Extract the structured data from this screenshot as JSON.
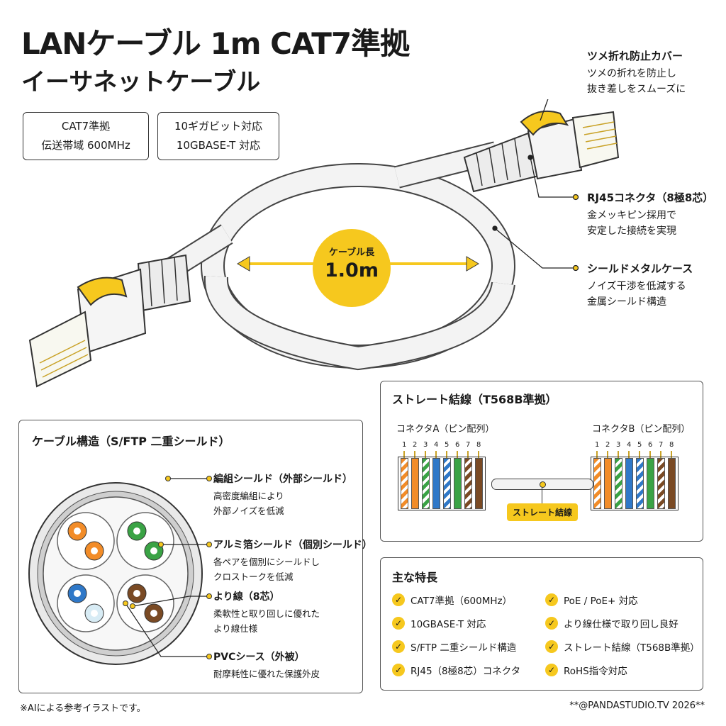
{
  "title": {
    "line1": "LANケーブル 1m CAT7準拠",
    "line2": "イーサネットケーブル"
  },
  "spec_boxes": [
    {
      "line1": "CAT7準拠",
      "line2": "伝送帯域 600MHz"
    },
    {
      "line1": "10ギガビット対応",
      "line2": "10GBASE-T 対応"
    }
  ],
  "length_badge": {
    "label": "ケーブル長",
    "value": "1.0m"
  },
  "callouts": {
    "tab_guard": {
      "title": "ツメ折れ防止カバー",
      "desc1": "ツメの折れを防止し",
      "desc2": "抜き差しをスムーズに"
    },
    "rj45": {
      "title": "RJ45コネクタ（8極8芯）",
      "desc1": "金メッキピン採用で",
      "desc2": "安定した接続を実現"
    },
    "shield_case": {
      "title": "シールドメタルケース",
      "desc1": "ノイズ干渉を低減する",
      "desc2": "金属シールド構造"
    }
  },
  "wiring": {
    "title": "ストレート結線（T568B準拠）",
    "connector_a": "コネクタA（ピン配列）",
    "connector_b": "コネクタB（ピン配列）",
    "pins": [
      "1",
      "2",
      "3",
      "4",
      "5",
      "6",
      "7",
      "8"
    ],
    "badge": "ストレート結線",
    "colors": {
      "orange": "#f28c28",
      "green": "#3aa345",
      "blue": "#2f78c8",
      "brown": "#7a4a24"
    }
  },
  "structure": {
    "title": "ケーブル構造（S/FTP 二重シールド）",
    "items": [
      {
        "title": "編組シールド（外部シールド）",
        "desc1": "高密度編組により",
        "desc2": "外部ノイズを低減"
      },
      {
        "title": "アルミ箔シールド（個別シールド）",
        "desc1": "各ペアを個別にシールドし",
        "desc2": "クロストークを低減"
      },
      {
        "title": "より線（8芯）",
        "desc1": "柔軟性と取り回しに優れた",
        "desc2": "より線仕様"
      },
      {
        "title": "PVCシース（外被）",
        "desc1": "耐摩耗性に優れた保護外皮",
        "desc2": ""
      }
    ]
  },
  "features": {
    "title": "主な特長",
    "left": [
      "CAT7準拠（600MHz）",
      "10GBASE-T 対応",
      "S/FTP 二重シールド構造",
      "RJ45（8極8芯）コネクタ"
    ],
    "right": [
      "PoE / PoE+ 対応",
      "より線仕様で取り回し良好",
      "ストレート結線（T568B準拠）",
      "RoHS指令対応"
    ],
    "check_symbol": "✓"
  },
  "footer": {
    "left": "※AIによる参考イラストです。",
    "right": "**@PANDASTUDIO.TV 2026**"
  },
  "accent_color": "#f6c81e"
}
